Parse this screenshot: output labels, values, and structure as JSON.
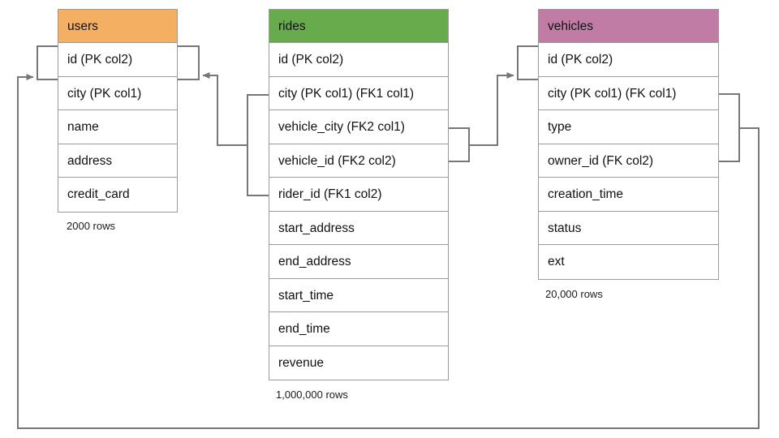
{
  "diagram": {
    "title": "database schema relationships",
    "background": "#ffffff",
    "line_color": "#777777"
  },
  "tables": [
    {
      "key": "users",
      "name": "users",
      "header_color": "#F5AF62",
      "row_count_label": "2000 rows",
      "columns": [
        "id (PK col2)",
        "city (PK col1)",
        "name",
        "address",
        "credit_card"
      ]
    },
    {
      "key": "rides",
      "name": "rides",
      "header_color": "#67AB4D",
      "row_count_label": "1,000,000 rows",
      "columns": [
        "id (PK col2)",
        "city (PK col1) (FK1 col1)",
        "vehicle_city (FK2 col1)",
        "vehicle_id (FK2 col2)",
        "rider_id (FK1 col2)",
        "start_address",
        "end_address",
        "start_time",
        "end_time",
        "revenue"
      ]
    },
    {
      "key": "vehicles",
      "name": "vehicles",
      "header_color": "#C07CA5",
      "row_count_label": "20,000 rows",
      "columns": [
        "id (PK col2)",
        "city (PK col1) (FK col1)",
        "type",
        "owner_id (FK col2)",
        "creation_time",
        "status",
        "ext"
      ]
    }
  ],
  "relationships": [
    {
      "key": "fk1",
      "name": "rides-to-users",
      "from_table": "rides",
      "from_columns": [
        "city (PK col1) (FK1 col1)",
        "rider_id (FK1 col2)"
      ],
      "to_table": "users",
      "to_columns": [
        "id (PK col2)",
        "city (PK col1)"
      ],
      "arrow": "to-users"
    },
    {
      "key": "fk2",
      "name": "rides-to-vehicles",
      "from_table": "rides",
      "from_columns": [
        "vehicle_city (FK2 col1)",
        "vehicle_id (FK2 col2)"
      ],
      "to_table": "vehicles",
      "to_columns": [
        "id (PK col2)",
        "city (PK col1) (FK col1)"
      ],
      "arrow": "to-vehicles"
    },
    {
      "key": "fk3",
      "name": "vehicles-to-users",
      "from_table": "vehicles",
      "from_columns": [
        "city (PK col1) (FK col1)",
        "owner_id (FK col2)"
      ],
      "to_table": "users",
      "to_columns": [
        "id (PK col2)",
        "city (PK col1)"
      ],
      "arrow": "to-users"
    }
  ]
}
